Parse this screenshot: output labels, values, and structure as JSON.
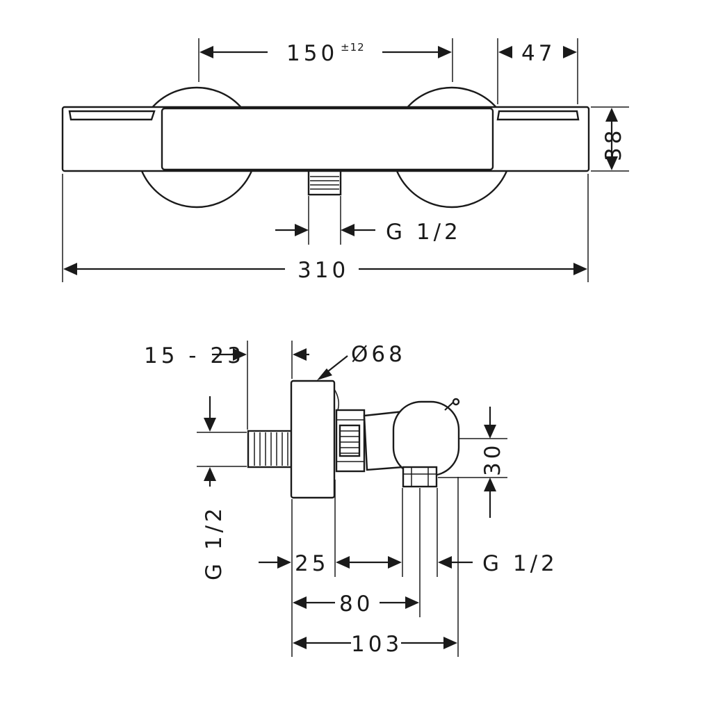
{
  "dimensions": {
    "spacing": "150",
    "spacing_tolerance": "±12",
    "knob_width": "47",
    "height": "38",
    "outlet_thread_top": "G 1/2",
    "overall_width": "310",
    "offset_range": "15 - 23",
    "diameter": "Ø68",
    "outlet_height": "30",
    "inlet_thread": "G 1/2",
    "flange_depth": "25",
    "outlet_thread_side": "G 1/2",
    "depth_outlet": "80",
    "total_depth": "103"
  }
}
